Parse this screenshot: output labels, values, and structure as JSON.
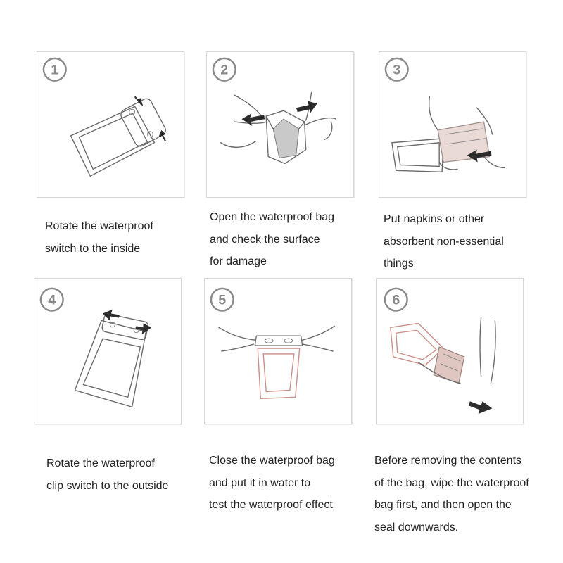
{
  "steps": [
    {
      "number": "1",
      "lines": [
        "Rotate the waterproof",
        "switch to the inside"
      ]
    },
    {
      "number": "2",
      "lines": [
        "Open the waterproof bag",
        "and check the surface",
        "for damage"
      ]
    },
    {
      "number": "3",
      "lines": [
        "Put napkins or other",
        "absorbent non-essential",
        "things"
      ]
    },
    {
      "number": "4",
      "lines": [
        "Rotate the waterproof",
        "clip switch to the outside"
      ]
    },
    {
      "number": "5",
      "lines": [
        "Close the waterproof bag",
        "and put it in water to",
        "test the waterproof effect"
      ]
    },
    {
      "number": "6",
      "lines": [
        "Before removing the contents",
        "of the bag, wipe the waterproof",
        "bag first, and then open the",
        "seal downwards."
      ]
    }
  ],
  "colors": {
    "outline": "#6a6a6a",
    "arrow": "#2b2b2b",
    "tint": "#c98e86",
    "numeral": "#8a8a8a"
  }
}
